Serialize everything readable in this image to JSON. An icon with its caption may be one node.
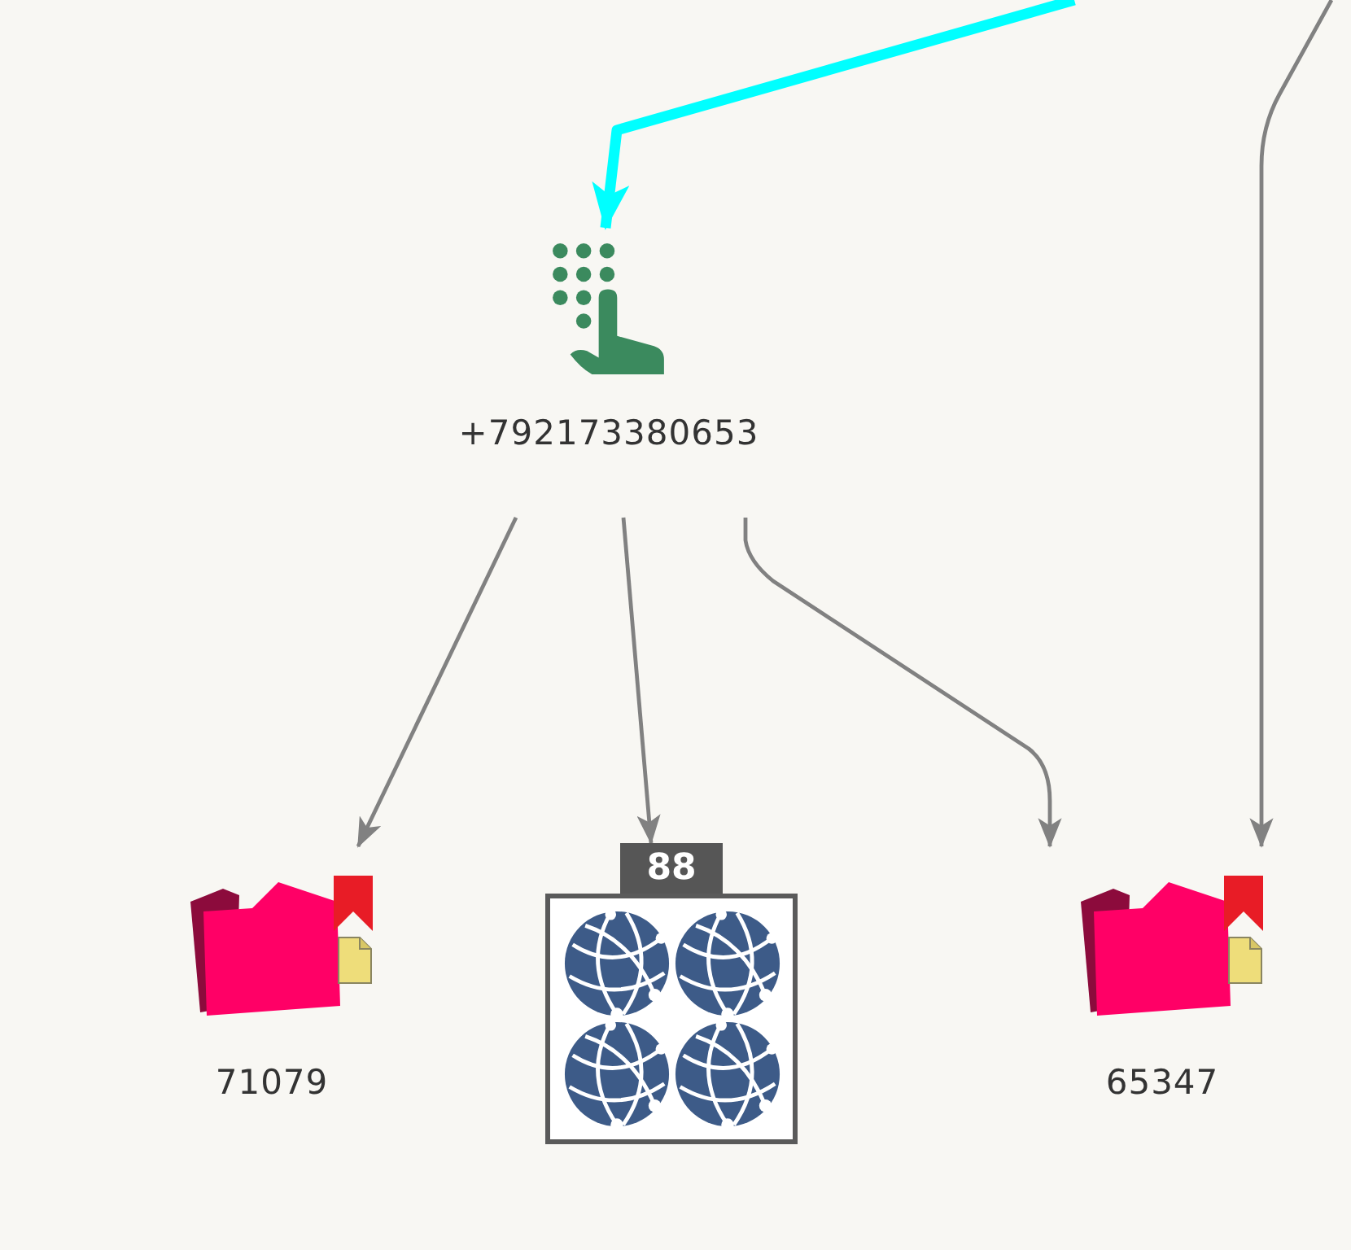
{
  "diagram": {
    "nodes": [
      {
        "text": [
          "+792173380653"
        ]
      },
      {
        "text": [
          "71079"
        ]
      },
      {
        "text": [
          "88"
        ]
      },
      {
        "text": [
          "65347"
        ]
      }
    ],
    "edges": [
      {
        "from": null,
        "to": 0,
        "arrow": "to",
        "style": "thick",
        "color": "#00ffff"
      },
      {
        "from": null,
        "to": 3,
        "arrow": "to"
      },
      {
        "from": 0,
        "to": 1,
        "arrow": "to"
      },
      {
        "from": 0,
        "to": 2,
        "arrow": "to"
      },
      {
        "from": 0,
        "to": 3,
        "arrow": "to"
      }
    ]
  }
}
